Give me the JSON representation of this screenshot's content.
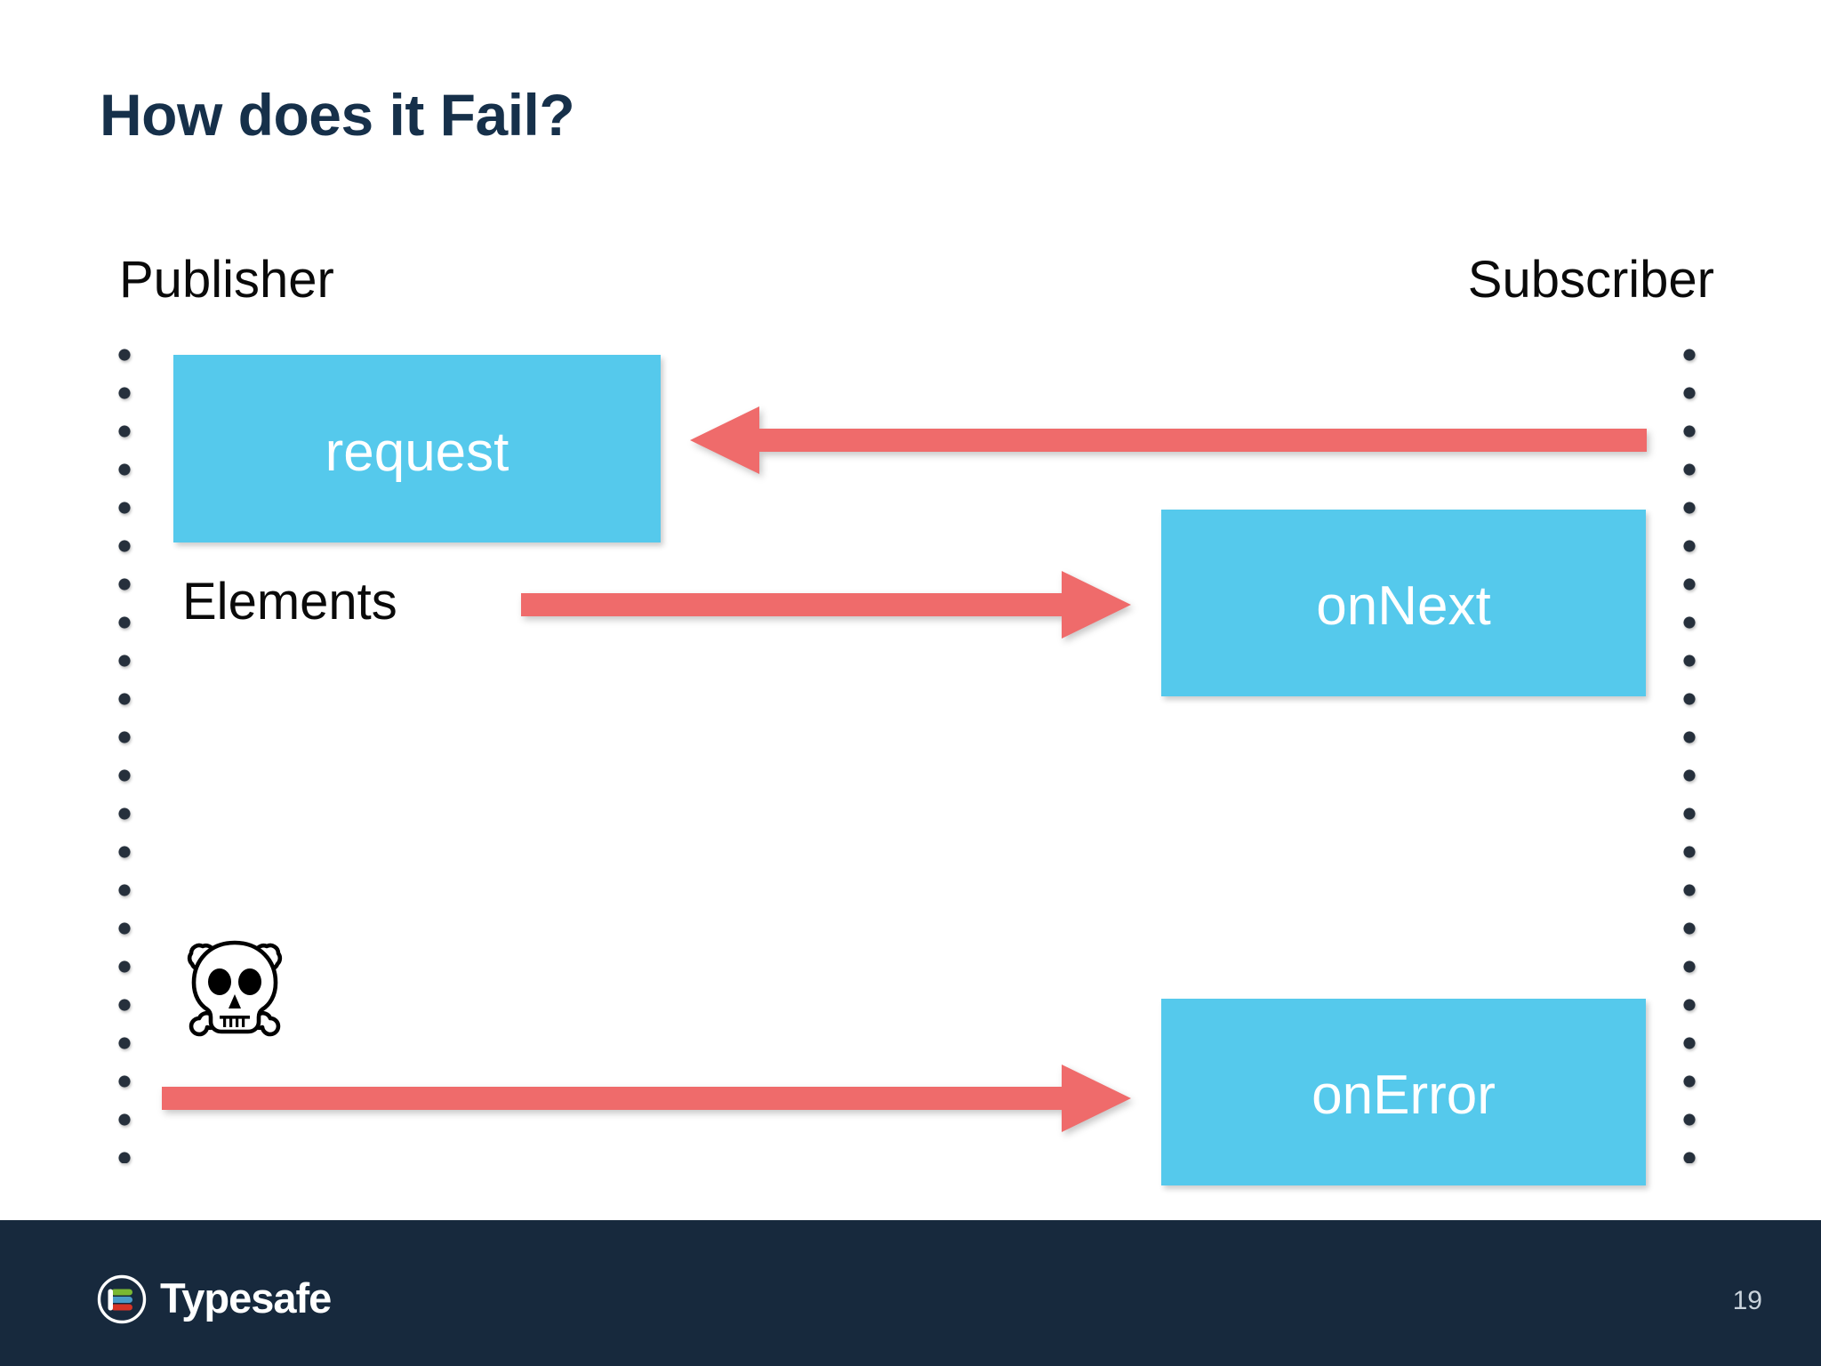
{
  "slide": {
    "title": "How does it Fail?",
    "page_number": "19",
    "background_color": "#FFFFFF"
  },
  "colors": {
    "title_navy": "#16304A",
    "box_cyan": "#55C9EC",
    "arrow_red": "#EF6B6B",
    "footer_navy": "#17293D",
    "lifeline_dot": "#26303C"
  },
  "diagram": {
    "lanes": [
      {
        "id": "publisher",
        "label": "Publisher",
        "lifeline": "dotted-vertical"
      },
      {
        "id": "subscriber",
        "label": "Subscriber",
        "lifeline": "dotted-vertical"
      }
    ],
    "boxes": [
      {
        "id": "request",
        "label": "request",
        "lane": "publisher"
      },
      {
        "id": "onNext",
        "label": "onNext",
        "lane": "subscriber"
      },
      {
        "id": "onError",
        "label": "onError",
        "lane": "subscriber"
      }
    ],
    "captions": [
      {
        "id": "elements",
        "label": "Elements"
      }
    ],
    "arrows": [
      {
        "id": "request-arrow",
        "direction": "left",
        "from": "subscriber",
        "to": "publisher",
        "color": "#EF6B6B"
      },
      {
        "id": "elements-arrow",
        "direction": "right",
        "from": "publisher",
        "to": "subscriber",
        "color": "#EF6B6B"
      },
      {
        "id": "onerror-arrow",
        "direction": "right",
        "from": "publisher",
        "to": "subscriber",
        "color": "#EF6B6B"
      }
    ],
    "markers": [
      {
        "id": "failure",
        "icon": "skull-and-crossbones-icon",
        "lane": "publisher"
      }
    ]
  },
  "footer": {
    "brand": "Typesafe",
    "logo_bar_colors": [
      "#7AB832",
      "#4A9BC8",
      "#D63426"
    ],
    "page_number": "19"
  }
}
